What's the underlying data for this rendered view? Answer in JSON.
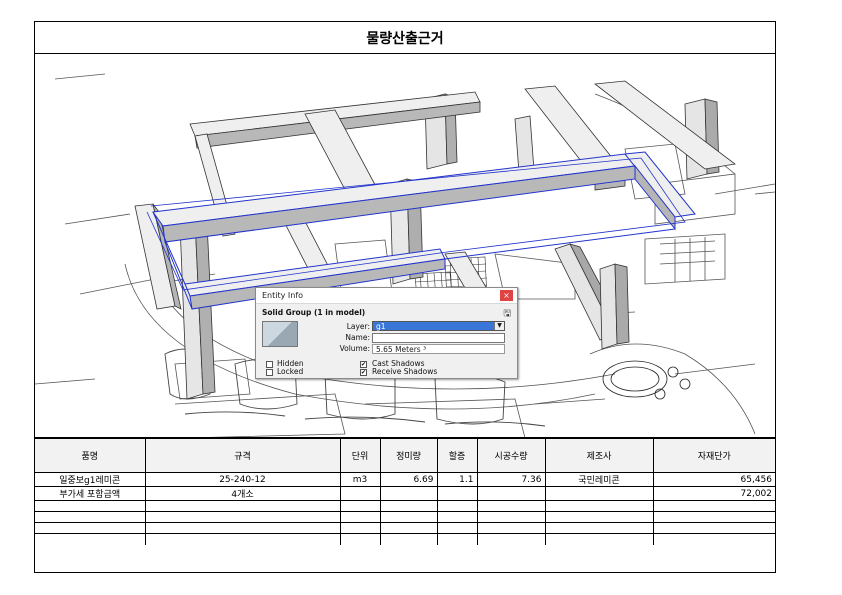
{
  "title": "물량산출근거",
  "entity_info": {
    "window_title": "Entity Info",
    "close_glyph": "×",
    "pin_glyph": "🖫",
    "heading": "Solid Group (1 in model)",
    "layer_label": "Layer:",
    "layer_value": "g1",
    "layer_arrow": "▼",
    "name_label": "Name:",
    "name_value": "",
    "volume_label": "Volume:",
    "volume_value": "5.65 Meters ³",
    "hidden_label": "Hidden",
    "hidden_checked": false,
    "locked_label": "Locked",
    "locked_checked": false,
    "cast_shadows_label": "Cast Shadows",
    "cast_shadows_checked": true,
    "receive_shadows_label": "Receive Shadows",
    "receive_shadows_checked": true,
    "check_glyph": "✔"
  },
  "table": {
    "headers": [
      "품명",
      "규격",
      "단위",
      "정미량",
      "할증",
      "시공수량",
      "제조사",
      "자재단가"
    ],
    "rows": [
      [
        "일중보g1레미콘",
        "25-240-12",
        "m3",
        "6.69",
        "1.1",
        "7.36",
        "국민레미콘",
        "65,456"
      ],
      [
        "부가세 포함금액",
        "4개소",
        "",
        "",
        "",
        "",
        "",
        "72,002"
      ],
      [
        "",
        "",
        "",
        "",
        "",
        "",
        "",
        ""
      ],
      [
        "",
        "",
        "",
        "",
        "",
        "",
        "",
        ""
      ],
      [
        "",
        "",
        "",
        "",
        "",
        "",
        "",
        ""
      ],
      [
        "",
        "",
        "",
        "",
        "",
        "",
        "",
        ""
      ]
    ]
  },
  "colors": {
    "selection": "#2233cc",
    "beam_top": "#eeeeee",
    "beam_side": "#b5b5b5",
    "dialog_bg": "#f0f0f0",
    "layer_highlight": "#3a76d8",
    "close_button": "#e04343"
  }
}
